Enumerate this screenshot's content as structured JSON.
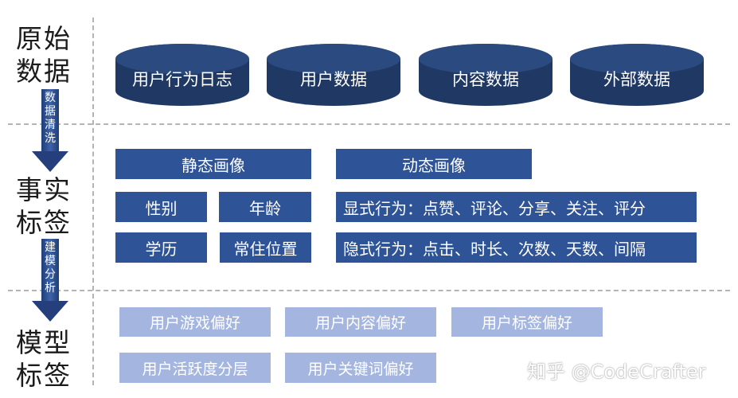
{
  "layers": [
    {
      "title_line1": "原始",
      "title_line2": "数据"
    },
    {
      "title_line1": "事实",
      "title_line2": "标签"
    },
    {
      "title_line1": "模型",
      "title_line2": "标签"
    }
  ],
  "steps": [
    {
      "chars": [
        "数",
        "据",
        "清",
        "洗"
      ]
    },
    {
      "chars": [
        "建",
        "模",
        "分",
        "析"
      ]
    }
  ],
  "raw_data": [
    "用户行为日志",
    "用户数据",
    "内容数据",
    "外部数据"
  ],
  "fact_tags": {
    "static_header": "静态画像",
    "dynamic_header": "动态画像",
    "static_items": [
      "性别",
      "年龄",
      "学历",
      "常住位置"
    ],
    "explicit_behavior": "显式行为：点赞、评论、分享、关注、评分",
    "implicit_behavior": "隐式行为：点击、时长、次数、天数、间隔"
  },
  "model_tags": [
    "用户游戏偏好",
    "用户内容偏好",
    "用户标签偏好",
    "用户活跃度分层",
    "用户关键词偏好"
  ],
  "watermark": "知乎 @CodeCrafter",
  "colors": {
    "cylinder": "#203964",
    "fact_tag": "#2e5396",
    "model_tag": "#a4b6e0",
    "arrow": "#243f7c",
    "divider": "#b4b4b4"
  }
}
